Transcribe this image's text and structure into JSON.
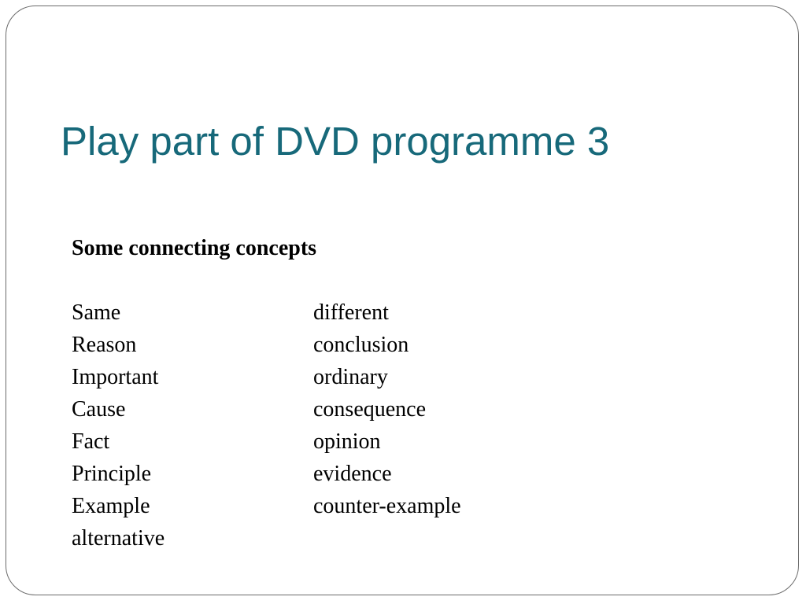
{
  "slide": {
    "title": "Play part of DVD programme 3",
    "subtitle": "Some connecting concepts",
    "pairs": [
      {
        "left": "Same",
        "right": "different"
      },
      {
        "left": "Reason",
        "right": "conclusion"
      },
      {
        "left": "Important",
        "right": "ordinary"
      },
      {
        "left": "Cause",
        "right": "consequence"
      },
      {
        "left": "Fact",
        "right": "opinion"
      },
      {
        "left": "Principle",
        "right": "evidence"
      },
      {
        "left": "Example",
        "right": "counter-example"
      },
      {
        "left": "alternative",
        "right": ""
      }
    ]
  },
  "colors": {
    "title": "#17697a",
    "frame": "#6b6b6b",
    "body_text": "#000000"
  }
}
